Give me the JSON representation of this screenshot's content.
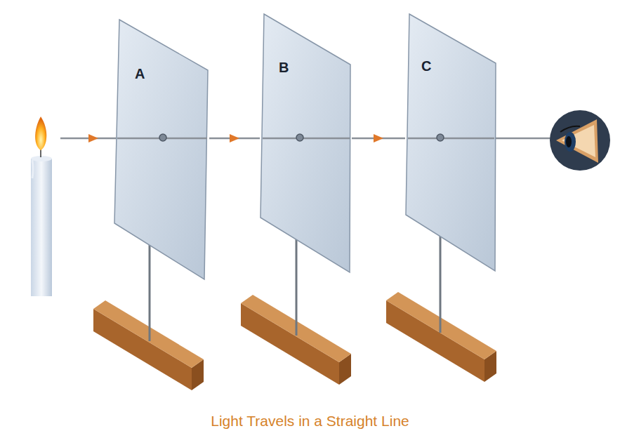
{
  "diagram": {
    "caption": "Light Travels in a Straight Line",
    "nodes": [
      {
        "text": [
          "A"
        ]
      },
      {
        "text": [
          "B"
        ]
      },
      {
        "text": [
          "C"
        ]
      }
    ],
    "edges": [
      {
        "from": 0,
        "to": 1,
        "arrow": "to"
      },
      {
        "from": 1,
        "to": 2,
        "arrow": "to"
      }
    ]
  }
}
